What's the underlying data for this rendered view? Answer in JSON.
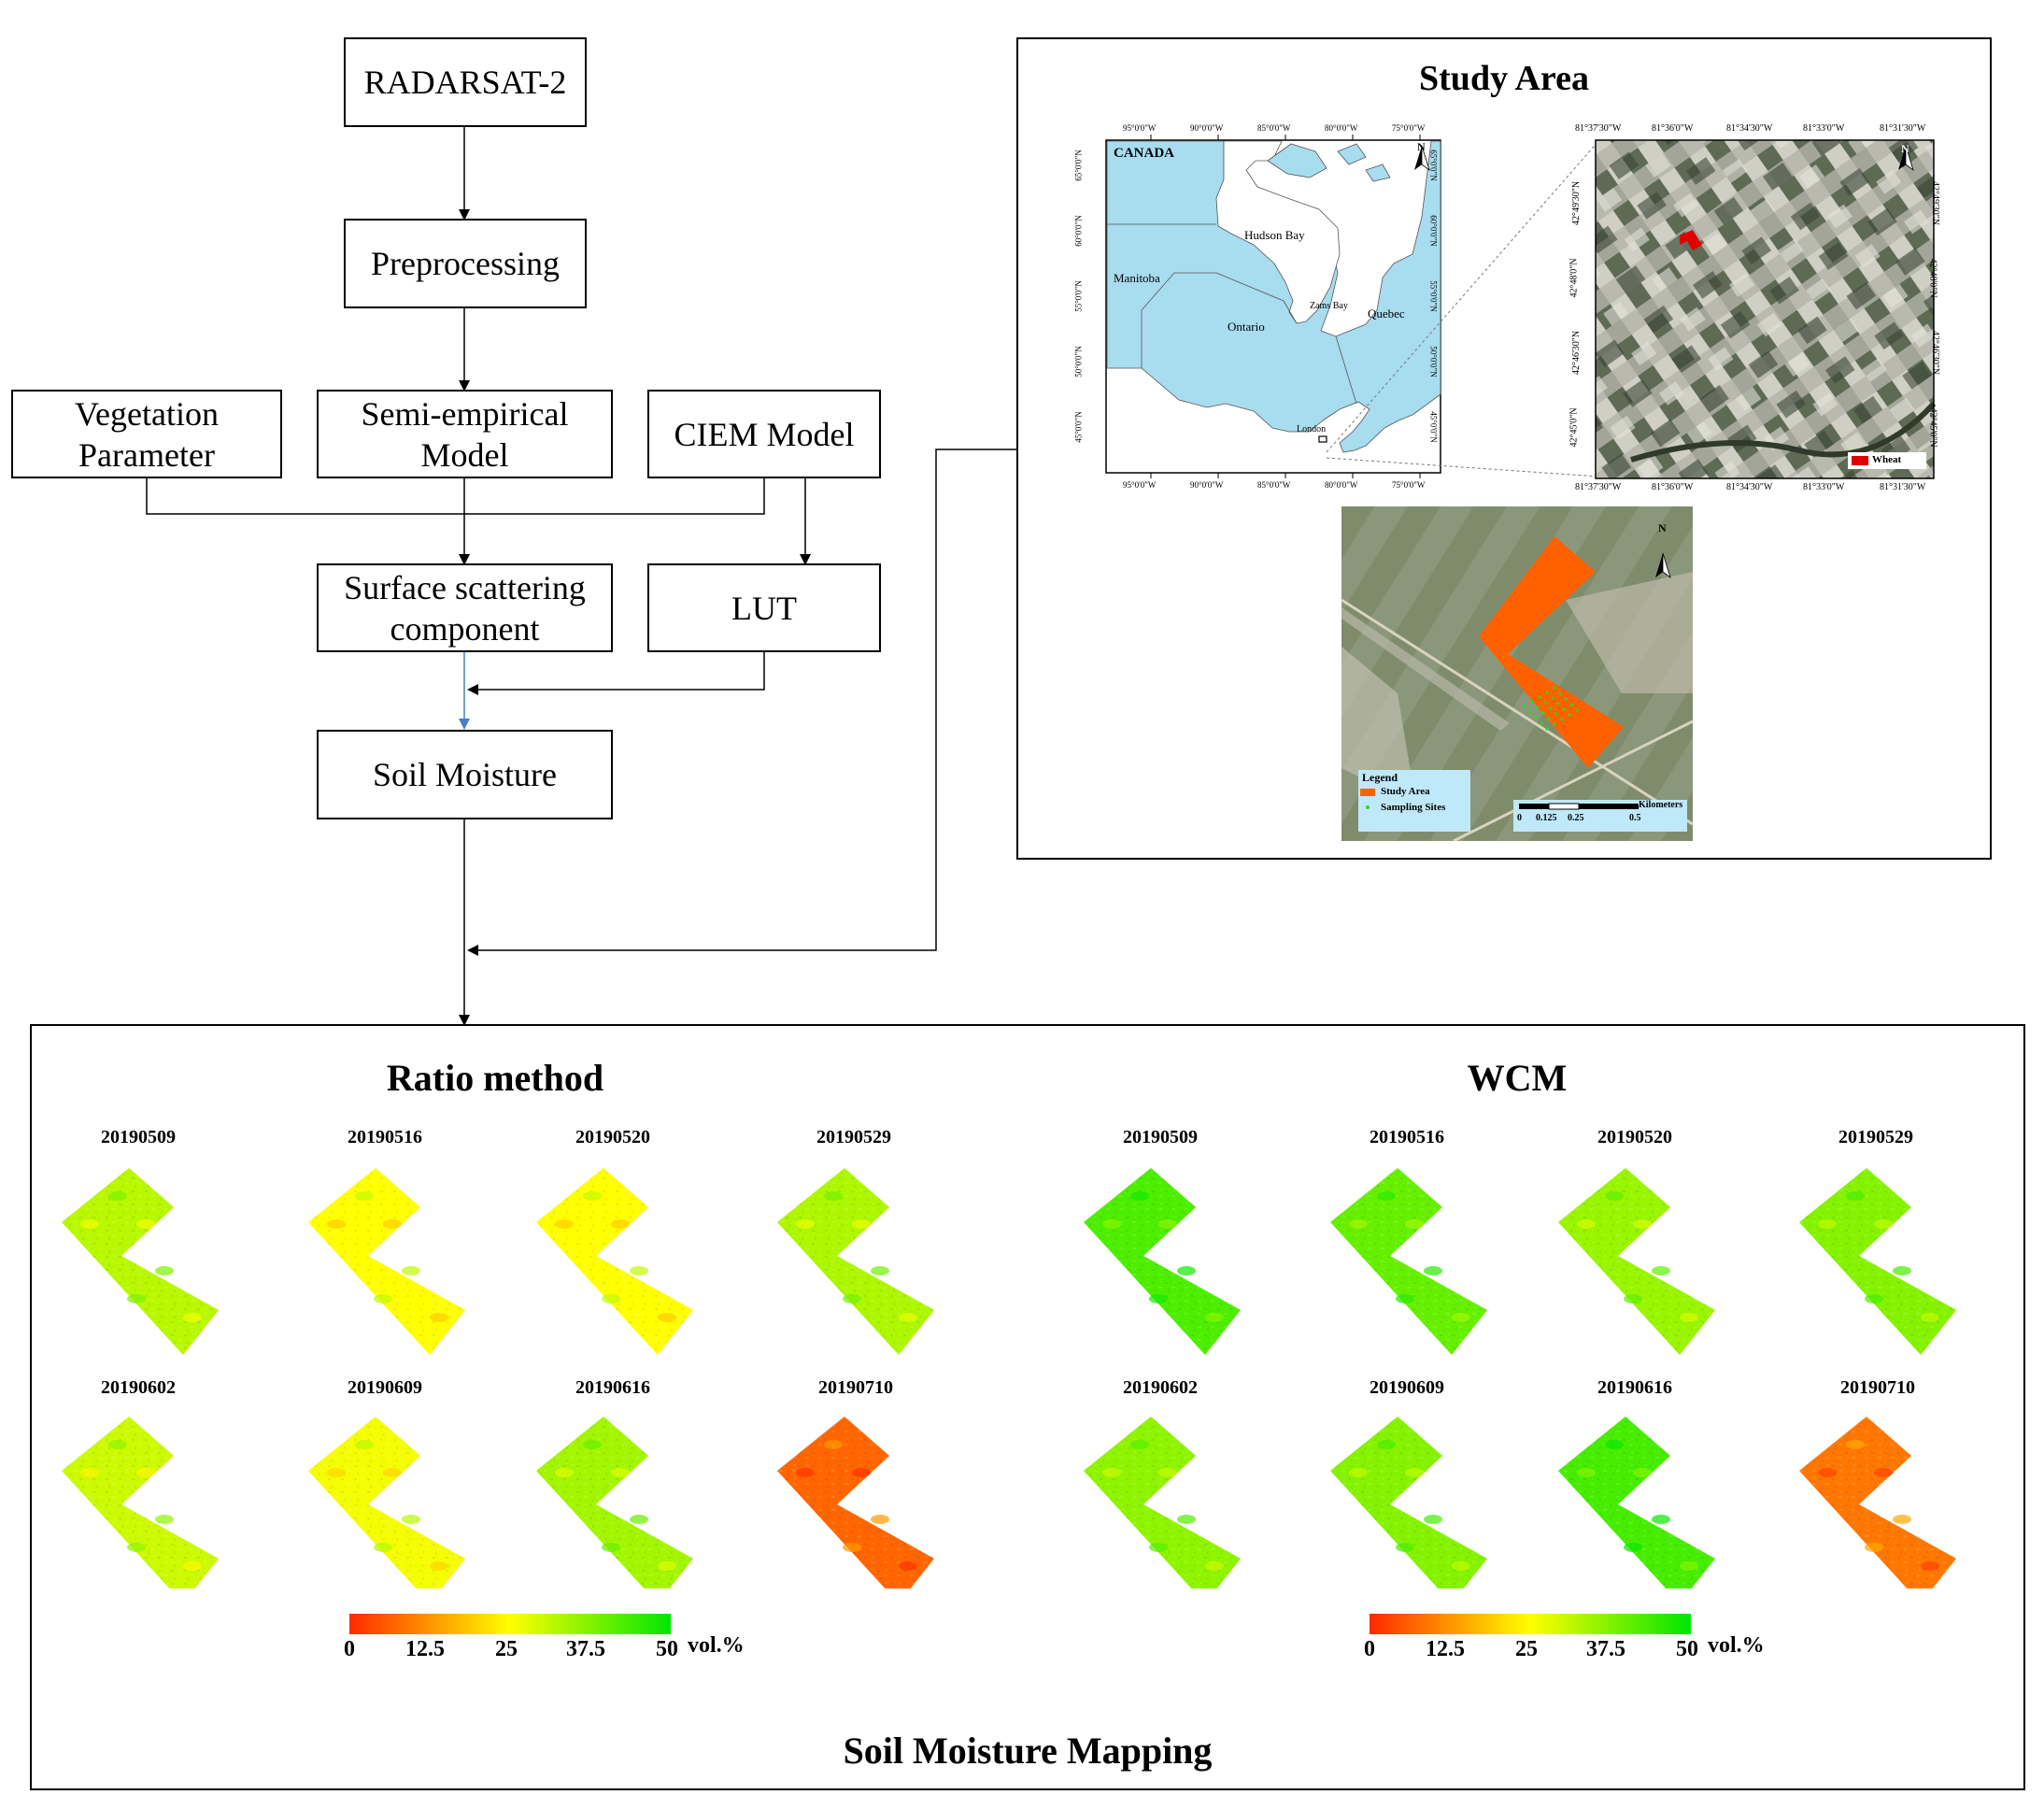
{
  "flow": {
    "radarsat": "RADARSAT-2",
    "preprocessing": "Preprocessing",
    "vegetation_l1": "Vegetation",
    "vegetation_l2": "Parameter",
    "semi_l1": "Semi-empirical",
    "semi_l2": "Model",
    "ciem": "CIEM Model",
    "surface_l1": "Surface scattering",
    "surface_l2": "component",
    "lut": "LUT",
    "soil_moisture": "Soil Moisture"
  },
  "study_area": {
    "title": "Study Area",
    "canada_map": {
      "country": "CANADA",
      "labels": [
        "Hudson Bay",
        "Manitoba",
        "Ontario",
        "Quebec",
        "Zams Bay",
        "London"
      ],
      "top_ticks": [
        "95°0'0\"W",
        "90°0'0\"W",
        "85°0'0\"W",
        "80°0'0\"W",
        "75°0'0\"W"
      ],
      "bottom_ticks": [
        "95°0'0\"W",
        "90°0'0\"W",
        "85°0'0\"W",
        "80°0'0\"W",
        "75°0'0\"W"
      ],
      "left_ticks": [
        "65°0'0\"N",
        "60°0'0\"N",
        "55°0'0\"N",
        "50°0'0\"N",
        "45°0'0\"N"
      ],
      "right_ticks": [
        "65°0'0\"N",
        "60°0'0\"N",
        "55°0'0\"N",
        "50°0'0\"N",
        "45°0'0\"N"
      ],
      "north": "N"
    },
    "satellite_map": {
      "top_ticks": [
        "81°37'30\"W",
        "81°36'0\"W",
        "81°34'30\"W",
        "81°33'0\"W",
        "81°31'30\"W"
      ],
      "bottom_ticks": [
        "81°37'30\"W",
        "81°36'0\"W",
        "81°34'30\"W",
        "81°33'0\"W",
        "81°31'30\"W"
      ],
      "left_ticks": [
        "42°49'30\"N",
        "42°48'0\"N",
        "42°46'30\"N",
        "42°45'0\"N"
      ],
      "right_ticks": [
        "42°49'30\"N",
        "42°48'0\"N",
        "42°46'30\"N",
        "42°45'0\"N"
      ],
      "legend_label": "Wheat",
      "north": "N"
    },
    "field_map": {
      "north": "N",
      "legend_title": "Legend",
      "legend_items": [
        "Study Area",
        "Sampling Sites"
      ],
      "scale_unit": "Kilometers",
      "scale_ticks": [
        "0",
        "0.125",
        "0.25",
        "0.5"
      ]
    }
  },
  "mapping": {
    "title": "Soil Moisture Mapping",
    "ratio_title": "Ratio method",
    "wcm_title": "WCM",
    "dates": [
      "20190509",
      "20190516",
      "20190520",
      "20190529",
      "20190602",
      "20190609",
      "20190616",
      "20190710"
    ],
    "ratio_levels": [
      0.64,
      0.5,
      0.5,
      0.66,
      0.6,
      0.52,
      0.68,
      0.14
    ],
    "wcm_levels": [
      0.85,
      0.8,
      0.7,
      0.74,
      0.72,
      0.74,
      0.86,
      0.18
    ],
    "colorbar": {
      "ticks": [
        "0",
        "12.5",
        "25",
        "37.5",
        "50"
      ],
      "unit": "vol.%",
      "colors": [
        "#ff2a00",
        "#ffff00",
        "#00e600"
      ]
    }
  }
}
